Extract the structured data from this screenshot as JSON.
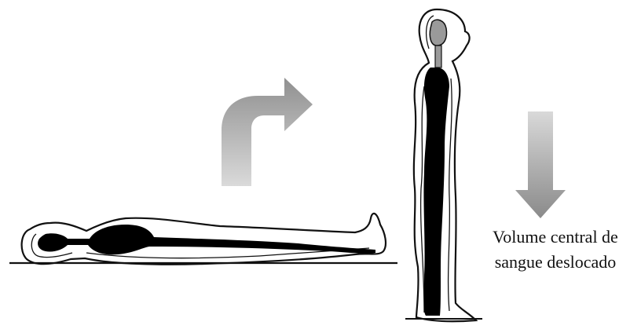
{
  "caption": {
    "line1": "Volume central de",
    "line2": "sangue deslocado"
  },
  "colors": {
    "outline": "#111111",
    "blood": "#000000",
    "arrow_light": "#d6d6d6",
    "arrow_dark": "#8a8a8a",
    "head_gray": "#9a9a9a"
  },
  "icons": {
    "transition_arrow": "curved-arrow-up-right",
    "displacement_arrow": "arrow-down"
  }
}
